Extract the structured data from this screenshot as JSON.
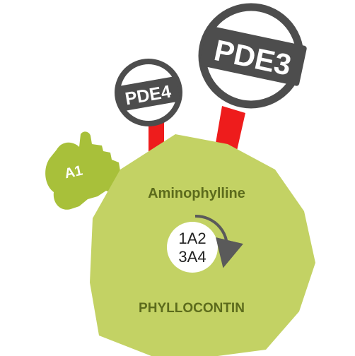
{
  "drug": {
    "name": "Aminophylline",
    "brand": "PHYLLOCONTIN",
    "metabolism": {
      "line1": "1A2",
      "line2": "3A4"
    }
  },
  "targets": {
    "pde4_label": "PDE4",
    "pde3_label": "PDE3",
    "receptor_label": "A1"
  },
  "colors": {
    "drug_body": "#c3d264",
    "drug_text": "#5c6b1c",
    "target_ring": "#4d4d4d",
    "inhibition_stem": "#ee1c1c",
    "receptor": "#a8c03a",
    "arrow": "#5a5a5a"
  }
}
